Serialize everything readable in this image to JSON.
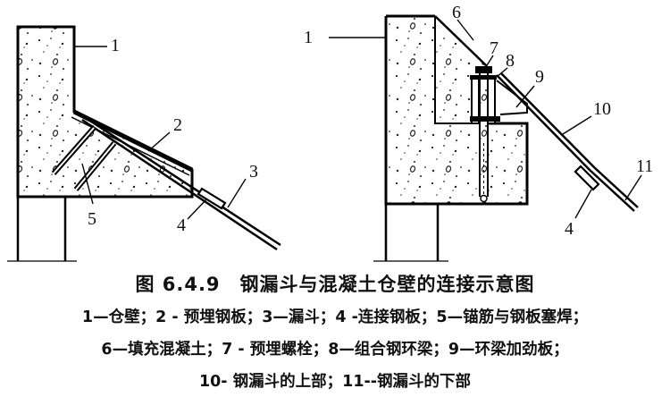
{
  "labels": {
    "l1": "1",
    "l2": "2",
    "l3": "3",
    "l4": "4",
    "l5": "5",
    "r1": "1",
    "r4": "4",
    "r6": "6",
    "r7": "7",
    "r8": "8",
    "r9": "9",
    "r10": "10",
    "r11": "11"
  },
  "caption": {
    "title": "图 6.4.9　钢漏斗与混凝土仓壁的连接示意图",
    "legend_lines": [
      "1—仓壁；2 - 预埋钢板；3—漏斗；4 -连接钢板；5—锚筋与钢板塞焊；",
      "6—填充混凝土；7 - 预埋螺栓；8—组合钢环梁；9—环梁加劲板；",
      "10- 钢漏斗的上部；11--钢漏斗的下部"
    ]
  }
}
